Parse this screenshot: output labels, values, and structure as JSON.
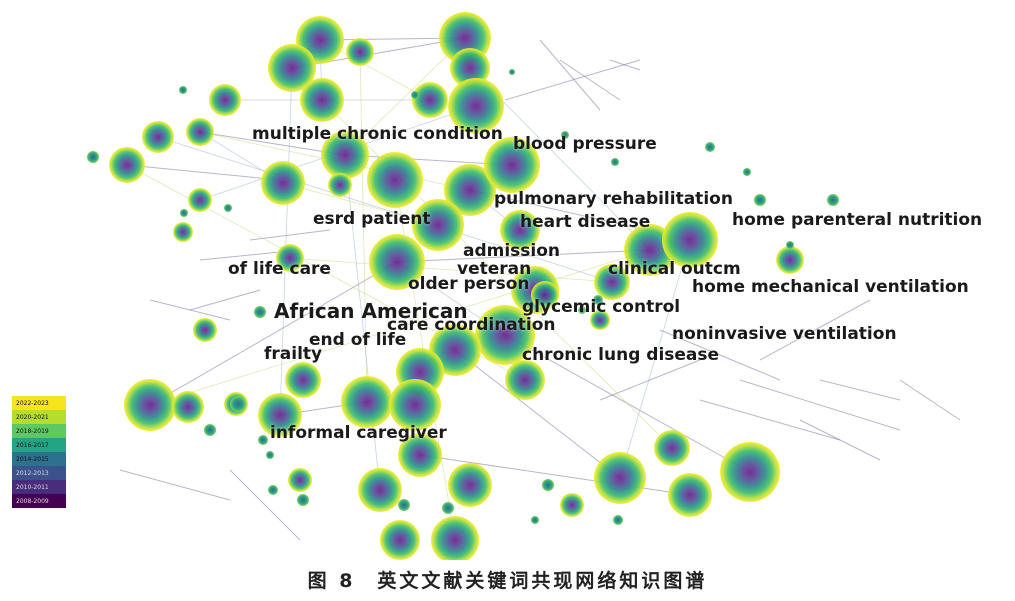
{
  "network": {
    "keywords": [
      {
        "text": "multiple chronic condition",
        "size": "normal"
      },
      {
        "text": "blood pressure",
        "size": "normal"
      },
      {
        "text": "pulmonary rehabilitation",
        "size": "normal"
      },
      {
        "text": "esrd patient",
        "size": "normal"
      },
      {
        "text": "heart disease",
        "size": "normal"
      },
      {
        "text": "home parenteral nutrition",
        "size": "normal"
      },
      {
        "text": "admission",
        "size": "normal"
      },
      {
        "text": "of life care",
        "size": "normal"
      },
      {
        "text": "veteran",
        "size": "normal"
      },
      {
        "text": "clinical outcm",
        "size": "normal"
      },
      {
        "text": "older person",
        "size": "normal"
      },
      {
        "text": "home mechanical ventilation",
        "size": "normal"
      },
      {
        "text": "African American",
        "size": "big"
      },
      {
        "text": "glycemic control",
        "size": "normal"
      },
      {
        "text": "care coordination",
        "size": "normal"
      },
      {
        "text": "noninvasive ventilation",
        "size": "normal"
      },
      {
        "text": "end of life",
        "size": "normal"
      },
      {
        "text": "frailty",
        "size": "normal"
      },
      {
        "text": "chronic lung disease",
        "size": "normal"
      },
      {
        "text": "informal caregiver",
        "size": "normal"
      }
    ]
  },
  "legend": {
    "items": [
      {
        "label": "2022-2023",
        "color": "#f4e51c"
      },
      {
        "label": "2020-2021",
        "color": "#b4dd2c"
      },
      {
        "label": "2018-2019",
        "color": "#5ec962"
      },
      {
        "label": "2016-2017",
        "color": "#21a585"
      },
      {
        "label": "2014-2015",
        "color": "#2c728e"
      },
      {
        "label": "2012-2013",
        "color": "#3b528b"
      },
      {
        "label": "2010-2011",
        "color": "#472d7b"
      },
      {
        "label": "2008-2009",
        "color": "#440154"
      }
    ]
  },
  "caption": "图 8　英文文献关键词共现网络知识图谱"
}
